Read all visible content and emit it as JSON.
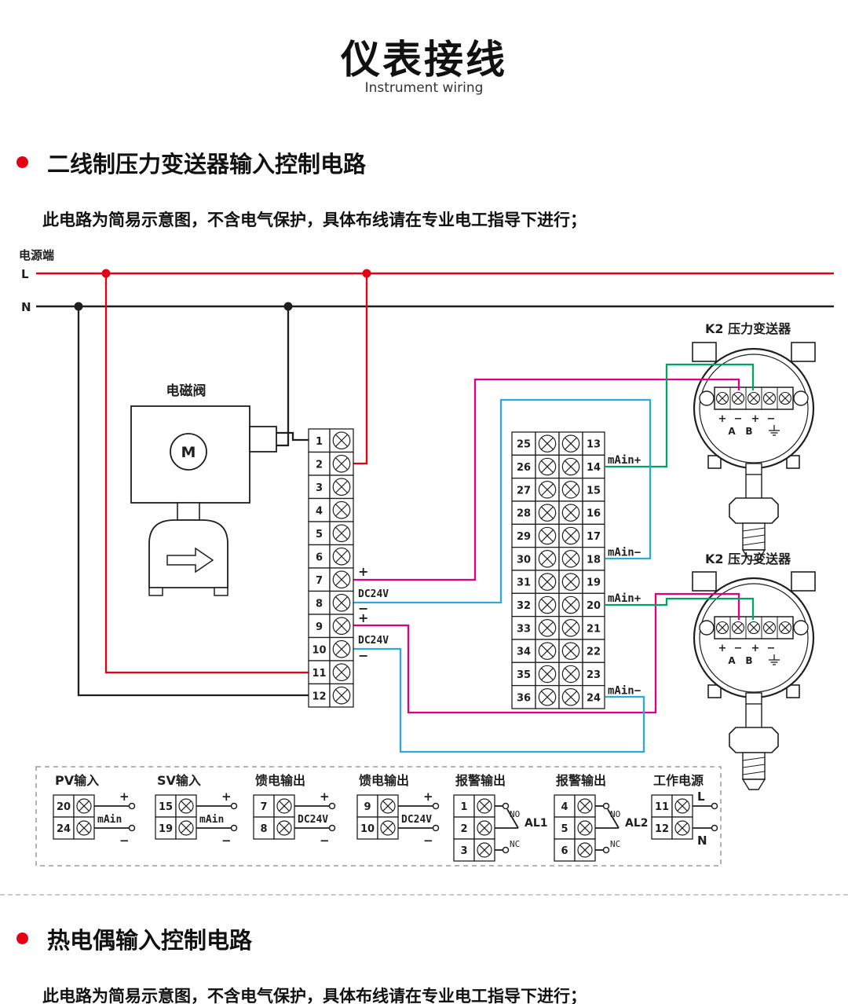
{
  "header": {
    "title": "仪表接线",
    "subtitle": "Instrument wiring"
  },
  "sections": [
    {
      "title": "二线制压力变送器输入控制电路",
      "note": "此电路为简易示意图，不含电气保护，具体布线请在专业电工指导下进行；"
    },
    {
      "title": "热电偶输入控制电路",
      "note": "此电路为简易示意图，不含电气保护，具体布线请在专业电工指导下进行；"
    }
  ],
  "diagram": {
    "power": {
      "label": "电源端",
      "l": "L",
      "n": "N"
    },
    "solenoid": {
      "label": "电磁阀",
      "motor": "M"
    },
    "transmitters": [
      {
        "label": "K2 压力变送器"
      },
      {
        "label": "K2 压力变送器"
      }
    ],
    "transmitter_labels": {
      "plus": "+",
      "minus": "−",
      "a": "A",
      "b": "B"
    },
    "left_block": {
      "terminals": [
        "1",
        "2",
        "3",
        "4",
        "5",
        "6",
        "7",
        "8",
        "9",
        "10",
        "11",
        "12"
      ],
      "side_labels": [
        "+",
        "DC24V",
        "−",
        "+",
        "DC24V",
        "−"
      ]
    },
    "middle_block": {
      "left_terminals": [
        "25",
        "26",
        "27",
        "28",
        "29",
        "30",
        "31",
        "32",
        "33",
        "34",
        "35",
        "36"
      ],
      "right_terminals": [
        "13",
        "14",
        "15",
        "16",
        "17",
        "18",
        "19",
        "20",
        "21",
        "22",
        "23",
        "24"
      ],
      "side_labels": [
        {
          "text": "mAin+",
          "row": 2
        },
        {
          "text": "mAin−",
          "row": 6
        },
        {
          "text": "mAin+",
          "row": 8
        },
        {
          "text": "mAin−",
          "row": 12
        }
      ]
    },
    "colors": {
      "red": "#e60012",
      "black": "#1f1f1f",
      "magenta": "#e0007f",
      "cyan": "#2ba8e0",
      "green": "#00a360",
      "gray": "#9a9a9a"
    }
  },
  "legend": {
    "groups": [
      {
        "type": "io",
        "title": "PV输入",
        "terminals": [
          "20",
          "24"
        ],
        "center_label": "mAin",
        "plus": "+",
        "minus": "−"
      },
      {
        "type": "io",
        "title": "SV输入",
        "terminals": [
          "15",
          "19"
        ],
        "center_label": "mAin",
        "plus": "+",
        "minus": "−"
      },
      {
        "type": "io",
        "title": "馈电输出",
        "terminals": [
          "7",
          "8"
        ],
        "center_label": "DC24V",
        "plus": "+",
        "minus": "−"
      },
      {
        "type": "io",
        "title": "馈电输出",
        "terminals": [
          "9",
          "10"
        ],
        "center_label": "DC24V",
        "plus": "+",
        "minus": "−"
      },
      {
        "type": "alarm",
        "title": "报警输出",
        "terminals": [
          "1",
          "2",
          "3"
        ],
        "no": "NO",
        "nc": "NC",
        "name": "AL1"
      },
      {
        "type": "alarm",
        "title": "报警输出",
        "terminals": [
          "4",
          "5",
          "6"
        ],
        "no": "NO",
        "nc": "NC",
        "name": "AL2"
      },
      {
        "type": "power",
        "title": "工作电源",
        "terminals": [
          "11",
          "12"
        ],
        "l": "L",
        "n": "N"
      }
    ]
  }
}
